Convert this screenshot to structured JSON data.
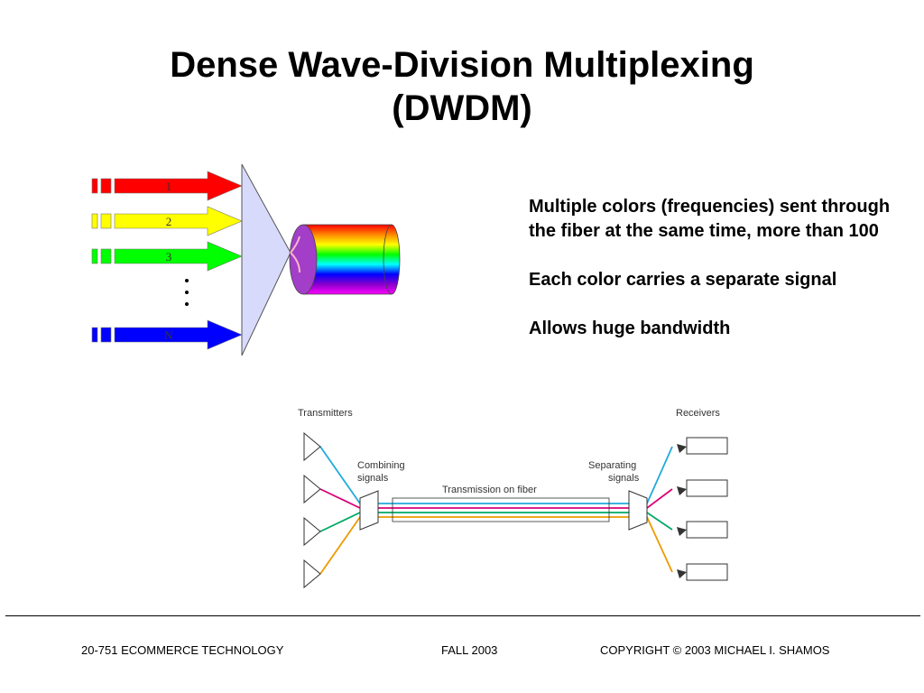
{
  "slide": {
    "title_line1": "Dense Wave-Division Multiplexing",
    "title_line2": "(DWDM)",
    "bullets": [
      "Multiple colors (frequencies) sent through the fiber at the same time, more than 100",
      "Each color carries a separate signal",
      "Allows huge bandwidth"
    ]
  },
  "dwdm_diagram": {
    "channels": [
      {
        "label": "1",
        "color": "#ff0000"
      },
      {
        "label": "2",
        "color": "#ffff00"
      },
      {
        "label": "3",
        "color": "#00ff00"
      },
      {
        "label": "N",
        "color": "#0000ff"
      }
    ],
    "prism_color": "#d8dafc",
    "fiber_gradient": [
      "#ff0000",
      "#ff8800",
      "#ffff00",
      "#00ff00",
      "#00ffff",
      "#0000ff",
      "#8800cc",
      "#ff00ff"
    ]
  },
  "link_diagram": {
    "transmitters_label": "Transmitters",
    "receivers_label": "Receivers",
    "combining_label_1": "Combining",
    "combining_label_2": "signals",
    "separating_label_1": "Separating",
    "separating_label_2": "signals",
    "fiber_label": "Transmission on fiber",
    "signal_colors": [
      "#22aadd",
      "#dd0077",
      "#00aa66",
      "#ee9900"
    ]
  },
  "footer": {
    "course": "20-751 ECOMMERCE TECHNOLOGY",
    "term": "FALL 2003",
    "copyright": "COPYRIGHT © 2003 MICHAEL I. SHAMOS"
  }
}
